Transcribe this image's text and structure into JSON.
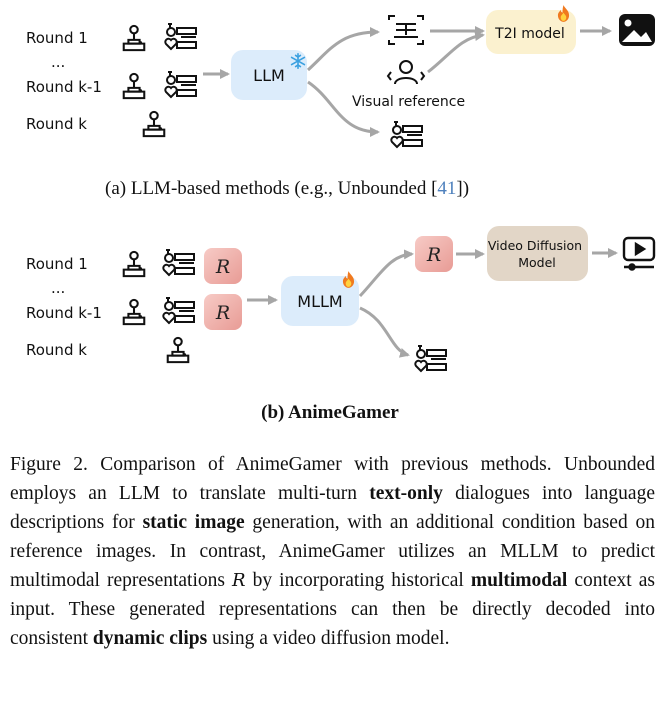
{
  "panel_a": {
    "rounds": [
      "Round 1",
      "...",
      "Round k-1",
      "Round k"
    ],
    "llm_label": "LLM",
    "visual_reference_label": "Visual reference",
    "t2i_label": "T2I model",
    "caption_prefix": "(a) LLM-based methods (e.g., Unbounded [",
    "caption_ref": "41",
    "caption_suffix": "])"
  },
  "panel_b": {
    "rounds": [
      "Round 1",
      "...",
      "Round k-1",
      "Round k"
    ],
    "rep_symbol": "R",
    "mllm_label": "MLLM",
    "vdm_line1": "Video Diffusion",
    "vdm_line2": "Model",
    "caption": "(b) AnimeGamer"
  },
  "figure_caption": {
    "t1": "Figure 2.  Comparison of AnimeGamer with previous methods. Unbounded employs an LLM to translate multi-turn ",
    "b1": "text-only",
    "t2": " dialogues into language descriptions for ",
    "b2": "static image",
    "t3": " generation, with an additional condition based on reference images. In contrast, AnimeGamer utilizes an MLLM to predict multimodal representations ",
    "sym": "R",
    "t4": " by incorporating historical ",
    "b3": "multimodal",
    "t5": " context as input. These generated representations can then be directly decoded into consistent ",
    "b4": "dynamic clips",
    "t6": " using a video diffusion model."
  },
  "colors": {
    "llm_box": "#dcecfb",
    "t2i_box": "#fbf1cf",
    "rep_box": "#f2b3ae",
    "vdm_box": "#e2d6c7",
    "arrow": "#a6a6a6",
    "ref_link": "#4f81bd"
  }
}
